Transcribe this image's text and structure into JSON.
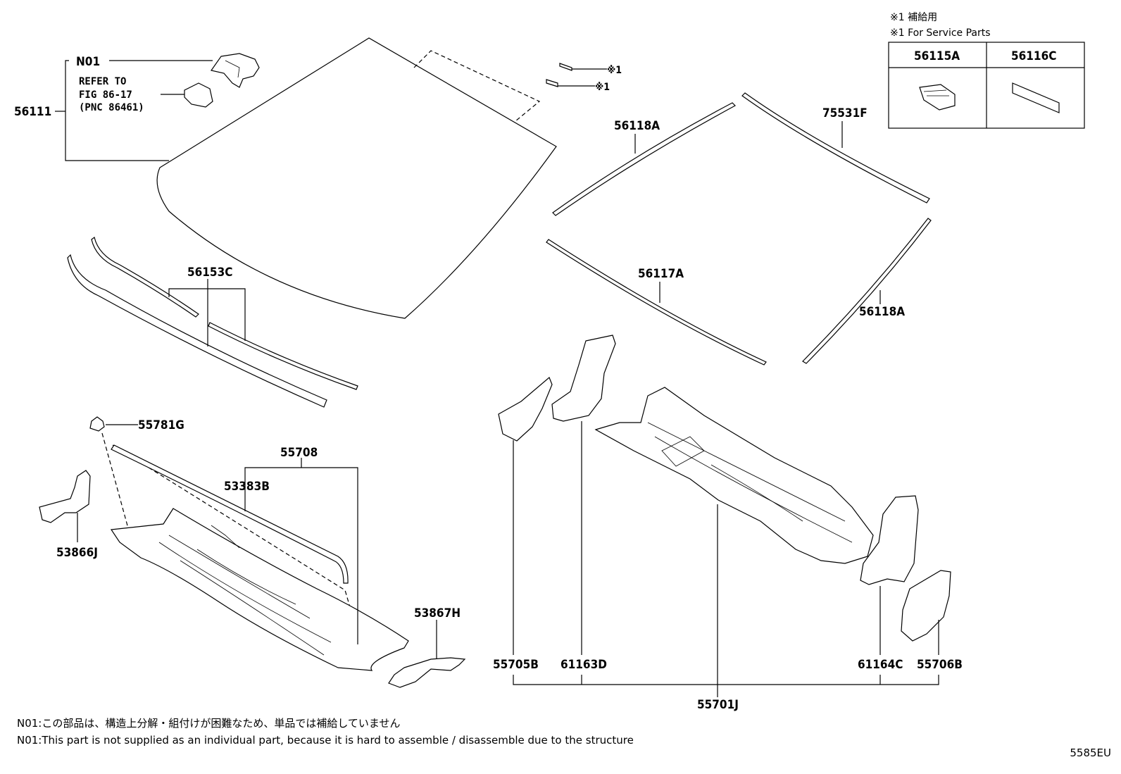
{
  "service_legend": {
    "title_jp": "※1 補給用",
    "title_en": "※1 For Service Parts",
    "columns": [
      "56115A",
      "56116C"
    ]
  },
  "marker": "※1",
  "parts": {
    "n01": "N01",
    "refer_to": "REFER TO",
    "fig": "FIG 86-17",
    "pnc": "(PNC 86461)",
    "p56111": "56111",
    "p56118A_top": "56118A",
    "p75531F": "75531F",
    "p56117A": "56117A",
    "p56118A_side": "56118A",
    "p56153C": "56153C",
    "p55781G": "55781G",
    "p55708": "55708",
    "p53383B": "53383B",
    "p53866J": "53866J",
    "p53867H": "53867H",
    "p55705B": "55705B",
    "p61163D": "61163D",
    "p61164C": "61164C",
    "p55706B": "55706B",
    "p55701J": "55701J"
  },
  "notes": {
    "jp": "N01:この部品は、構造上分解・組付けが困難なため、単品では補給していません",
    "en": "N01:This part is not supplied as an individual part, because it is hard to assemble / disassemble due to the structure"
  },
  "code": "5585EU"
}
